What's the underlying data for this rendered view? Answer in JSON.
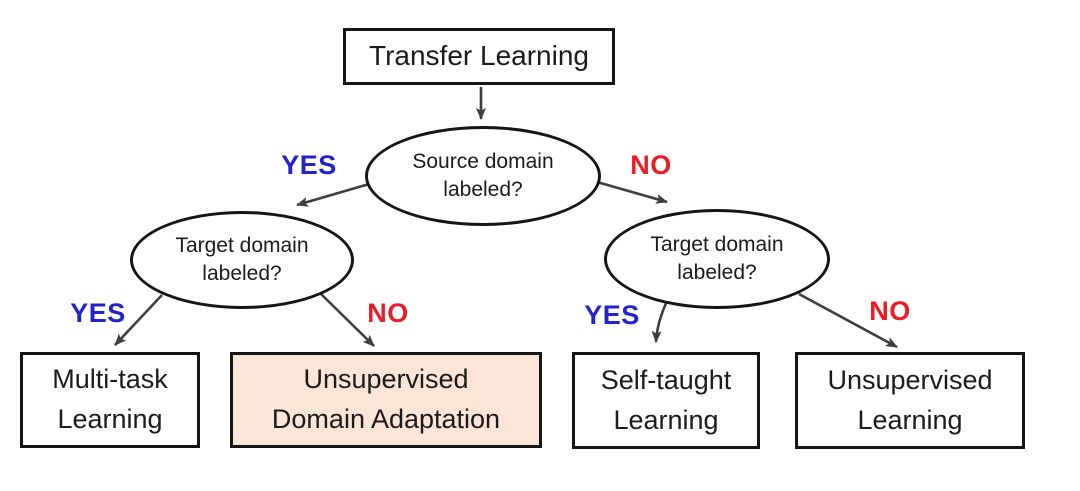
{
  "colors": {
    "yes": "#2323CE",
    "no": "#EC1C24",
    "arrow": "#3F3F3F",
    "node_border": "#151515",
    "text": "#1B1B1B",
    "highlight_bg": "#FBE5D6",
    "background": "#FFFFFF"
  },
  "nodes": {
    "root": {
      "label": "Transfer Learning"
    },
    "source_decision": {
      "line1": "Source domain",
      "line2": "labeled?"
    },
    "left_decision": {
      "line1": "Target domain",
      "line2": "labeled?"
    },
    "right_decision": {
      "line1": "Target domain",
      "line2": "labeled?"
    },
    "multi_task": {
      "line1": "Multi-task",
      "line2": "Learning"
    },
    "uda": {
      "line1": "Unsupervised",
      "line2": "Domain Adaptation",
      "highlighted": true
    },
    "self_taught": {
      "line1": "Self-taught",
      "line2": "Learning"
    },
    "unsupervised": {
      "line1": "Unsupervised",
      "line2": "Learning"
    }
  },
  "edge_labels": {
    "source_yes": "YES",
    "source_no": "NO",
    "left_yes": "YES",
    "left_no": "NO",
    "right_yes": "YES",
    "right_no": "NO"
  }
}
